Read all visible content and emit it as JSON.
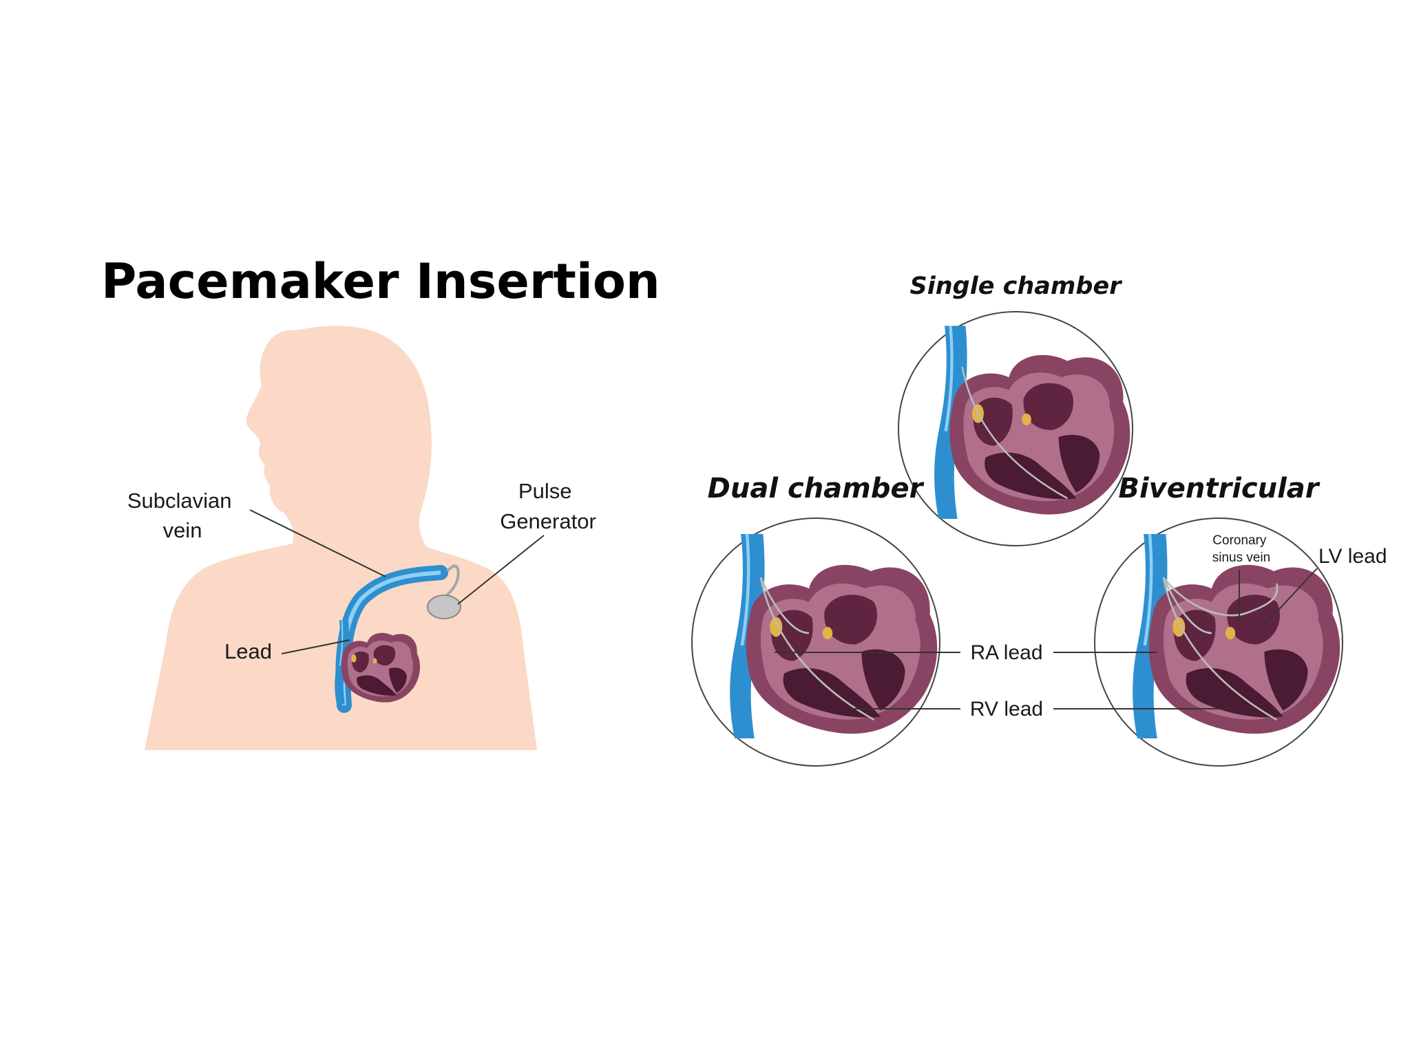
{
  "title": "Pacemaker Insertion",
  "labels": {
    "subclavian_line1": "Subclavian",
    "subclavian_line2": "vein",
    "pulse_line1": "Pulse",
    "pulse_line2": "Generator",
    "lead": "Lead",
    "ra_lead": "RA lead",
    "rv_lead": "RV lead",
    "lv_lead": "LV lead",
    "coronary_line1": "Coronary",
    "coronary_line2": "sinus vein"
  },
  "panels": {
    "single": "Single chamber",
    "dual": "Dual chamber",
    "bi": "Biventricular"
  },
  "colors": {
    "skin": "#fbd9c6",
    "heart_outer": "#8a4463",
    "heart_inner": "#b0708b",
    "chamber": "#5e2440",
    "vein": "#2e8fd0",
    "node": "#e3b347",
    "generator": "#c6c6c6"
  }
}
